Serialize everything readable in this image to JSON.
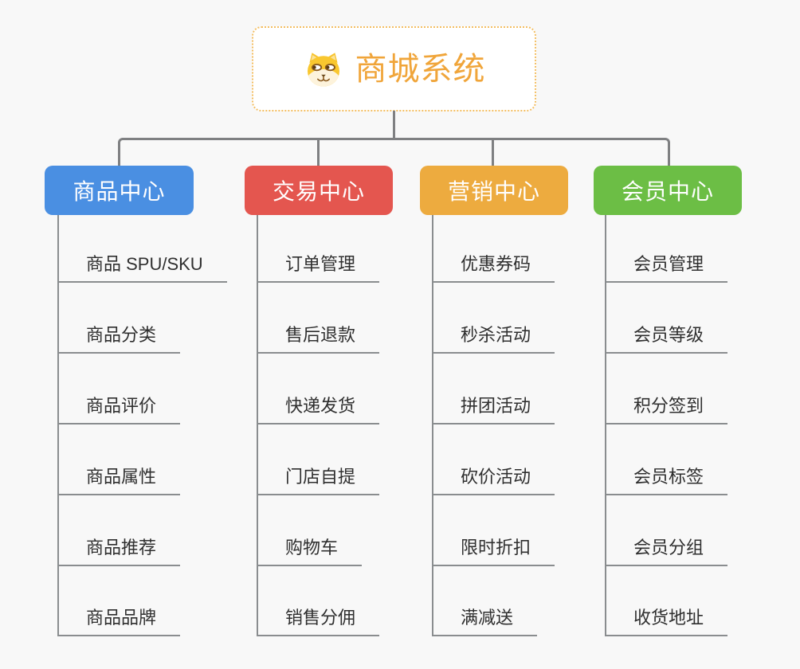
{
  "root": {
    "title": "商城系统",
    "icon": "shiba-dog-icon",
    "title_color": "#F0A53A",
    "border_color": "#F3BE62"
  },
  "canvas": {
    "background_color": "#F8F8F8",
    "connector_color": "#7F8082",
    "leaf_line_color": "#8A8D8F",
    "leaf_text_color": "#2F2F2F"
  },
  "branches": [
    {
      "label": "商品中心",
      "color": "#4A8FE2",
      "items": [
        "商品 SPU/SKU",
        "商品分类",
        "商品评价",
        "商品属性",
        "商品推荐",
        "商品品牌"
      ]
    },
    {
      "label": "交易中心",
      "color": "#E4564F",
      "items": [
        "订单管理",
        "售后退款",
        "快递发货",
        "门店自提",
        "购物车",
        "销售分佣"
      ]
    },
    {
      "label": "营销中心",
      "color": "#EDAB3F",
      "items": [
        "优惠券码",
        "秒杀活动",
        "拼团活动",
        "砍价活动",
        "限时折扣",
        "满减送"
      ]
    },
    {
      "label": "会员中心",
      "color": "#6CBE45",
      "items": [
        "会员管理",
        "会员等级",
        "积分签到",
        "会员标签",
        "会员分组",
        "收货地址"
      ]
    }
  ]
}
